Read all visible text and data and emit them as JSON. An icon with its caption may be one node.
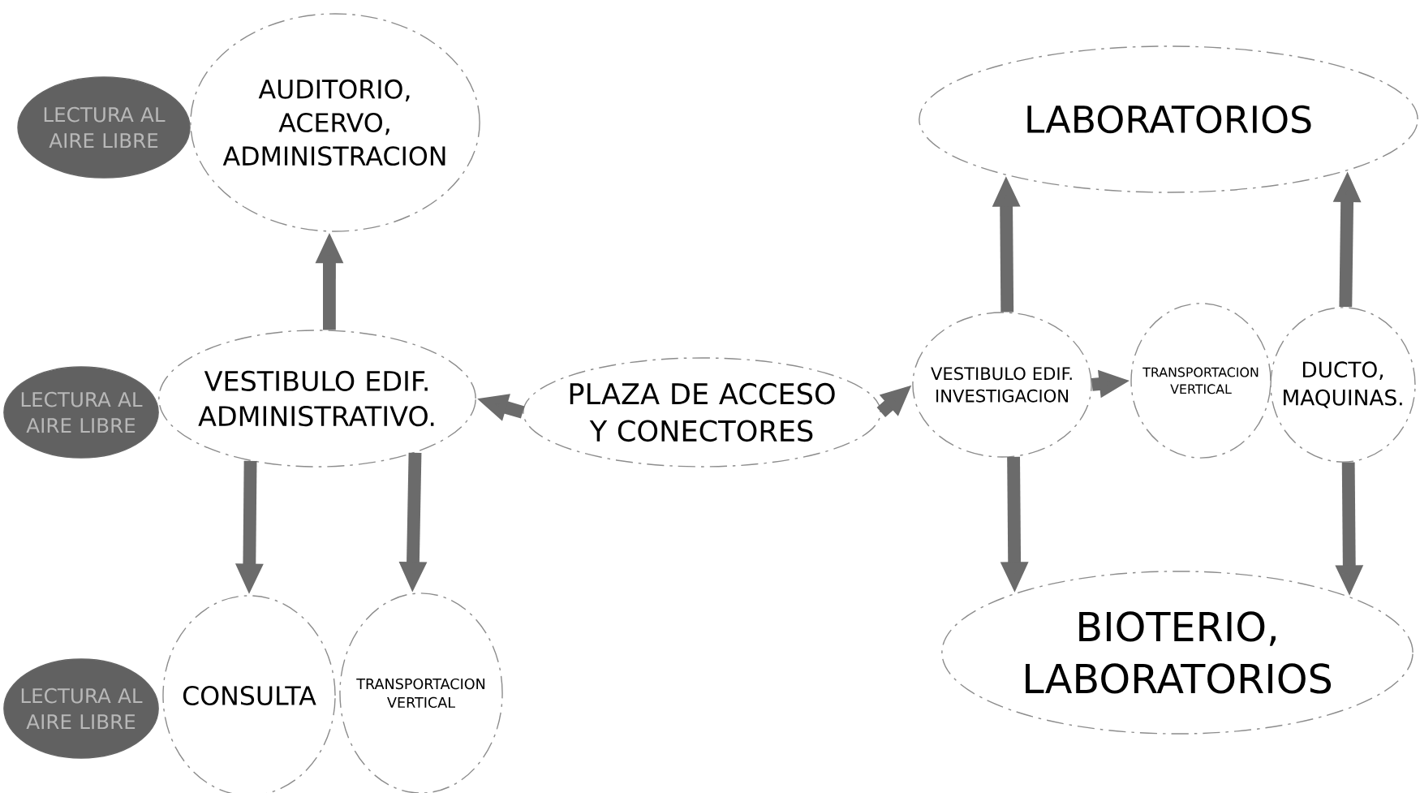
{
  "diagram": {
    "nodes": [
      {
        "text": [
          "LECTURA AL AIRE LIBRE"
        ]
      },
      {
        "text": [
          "AUDITORIO, ACERVO, ADMINISTRACION"
        ]
      },
      {
        "text": [
          "LABORATORIOS"
        ]
      },
      {
        "text": [
          "LECTURA AL AIRE LIBRE"
        ]
      },
      {
        "text": [
          "VESTIBULO EDIF. ADMINISTRATIVO."
        ]
      },
      {
        "text": [
          "PLAZA DE ACCESO Y CONECTORES"
        ]
      },
      {
        "text": [
          "VESTIBULO EDIF. INVESTIGACION"
        ]
      },
      {
        "text": [
          "TRANSPORTACION VERTICAL"
        ]
      },
      {
        "text": [
          "DUCTO, MAQUINAS."
        ]
      },
      {
        "text": [
          "LECTURA AL AIRE LIBRE"
        ]
      },
      {
        "text": [
          "CONSULTA"
        ]
      },
      {
        "text": [
          "TRANSPORTACION VERTICAL"
        ]
      },
      {
        "text": [
          "BIOTERIO, LABORATORIOS"
        ]
      }
    ],
    "edges": [
      {
        "from": 4,
        "to": 1,
        "arrow": "to"
      },
      {
        "from": 5,
        "to": 4,
        "arrow": "to"
      },
      {
        "from": 5,
        "to": 6,
        "arrow": "to"
      },
      {
        "from": 6,
        "to": 7,
        "arrow": "to"
      },
      {
        "from": 6,
        "to": 2,
        "arrow": "to"
      },
      {
        "from": 8,
        "to": 2,
        "arrow": "to"
      },
      {
        "from": 4,
        "to": 10,
        "arrow": "to"
      },
      {
        "from": 4,
        "to": 11,
        "arrow": "to"
      },
      {
        "from": 6,
        "to": 12,
        "arrow": "to"
      },
      {
        "from": 8,
        "to": 12,
        "arrow": "to"
      }
    ]
  }
}
